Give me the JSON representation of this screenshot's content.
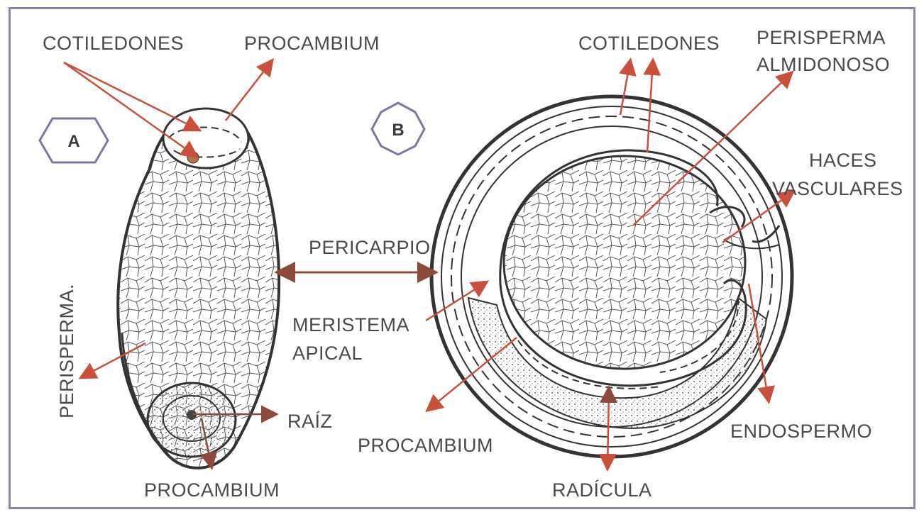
{
  "labels": {
    "a_cotiledones": "COTILEDONES",
    "a_procambium_top": "PROCAMBIUM",
    "a_badge": "A",
    "a_perisperma": "PERISPERMA.",
    "a_raiz": "RAÍZ",
    "a_procambium_bottom": "PROCAMBIUM",
    "pericarpio": "PERICARPIO",
    "meristema_line1": "MERISTEMA",
    "meristema_line2": "APICAL",
    "b_badge": "B",
    "b_cotiledones": "COTILEDONES",
    "b_perisperma_line1": "PERISPERMA",
    "b_perisperma_line2": "ALMIDONOSO",
    "haces_line1": "HACES",
    "haces_line2": "VASCULARES",
    "b_procambium": "PROCAMBIUM",
    "radicula": "RADÍCULA",
    "endospermo": "ENDOSPERMO"
  },
  "colors": {
    "arrow": "#c8503c",
    "arrow_dark": "#8c4a3c",
    "outline": "#333333",
    "frame": "#8a86a8"
  }
}
